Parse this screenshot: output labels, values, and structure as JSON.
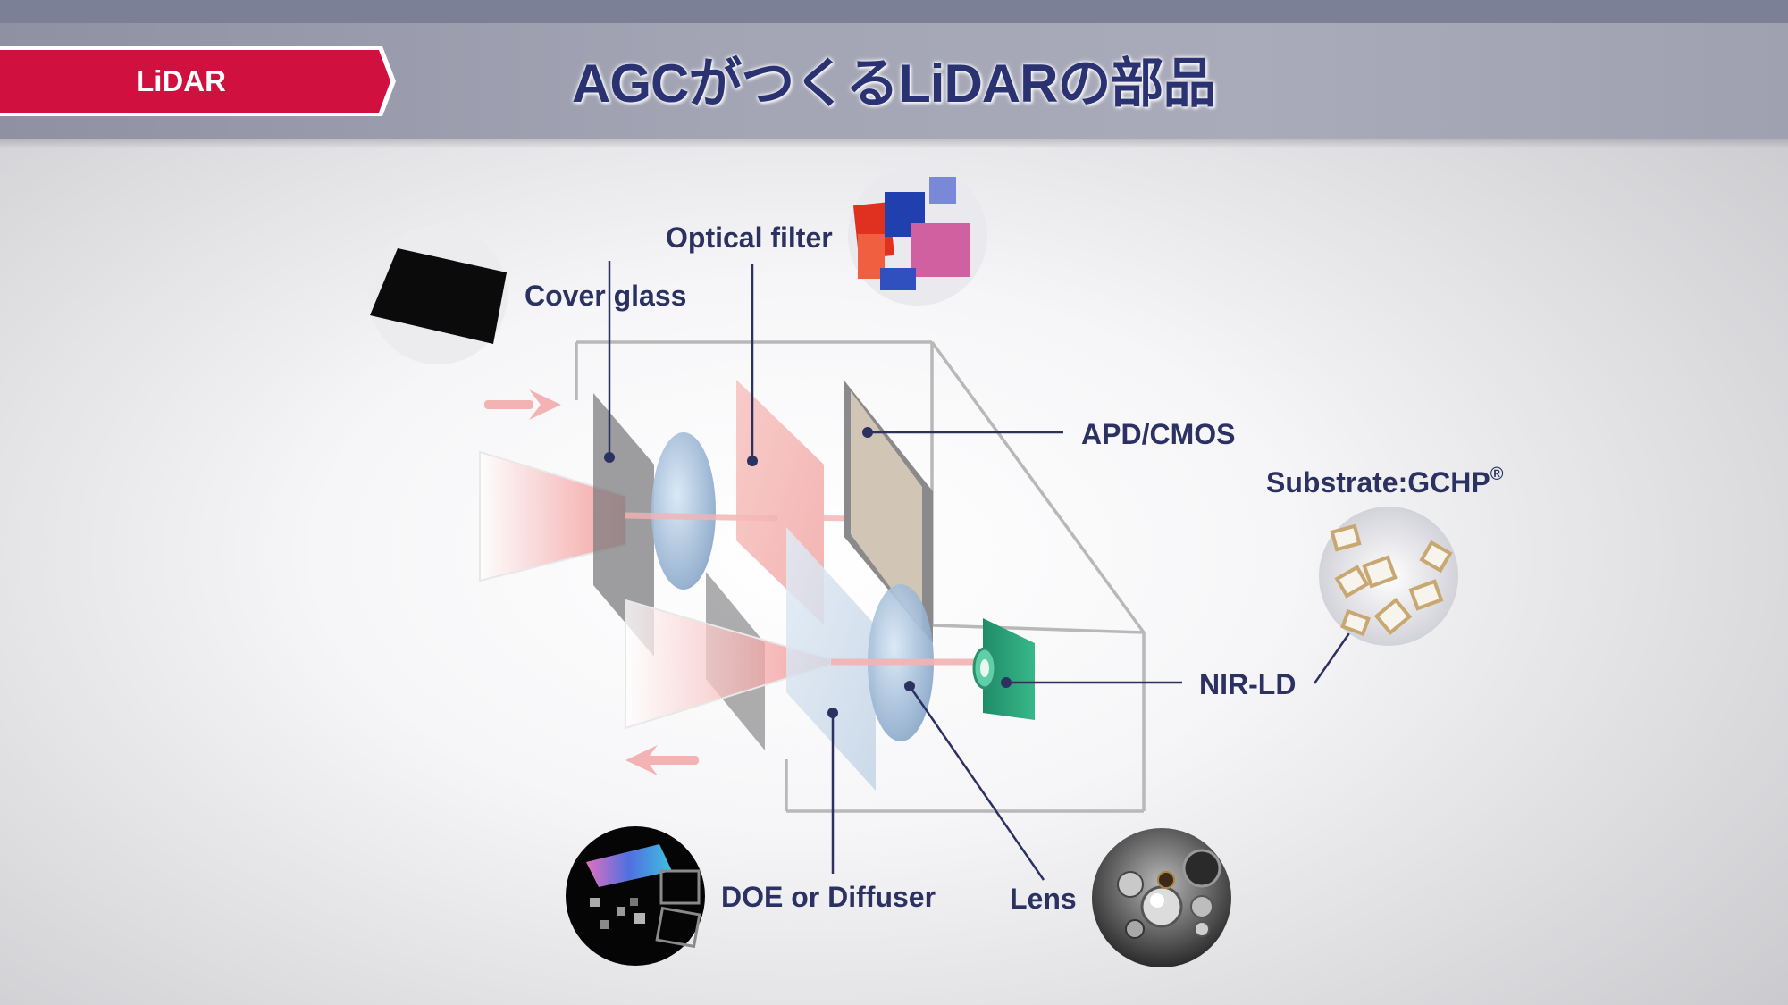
{
  "header": {
    "tag": "LiDAR",
    "title": "AGCがつくるLiDARの部品",
    "tag_color": "#d0103f",
    "title_color": "#2b3272"
  },
  "components": {
    "cover_glass": "Cover glass",
    "optical_filter": "Optical filter",
    "apd_cmos": "APD/CMOS",
    "substrate": "Substrate:GCHP",
    "substrate_mark": "®",
    "nir_ld": "NIR-LD",
    "doe": "DOE or Diffuser",
    "lens": "Lens"
  },
  "icons": {
    "cover_glass": "black-glass-plate-icon",
    "optical_filter": "colored-filters-icon",
    "substrate": "ceramic-substrates-icon",
    "doe": "doe-chips-icon",
    "lens": "lens-collection-icon"
  },
  "colors": {
    "label": "#2b3262",
    "beam": "#f29a9a",
    "laser_board": "#2ea37a"
  }
}
